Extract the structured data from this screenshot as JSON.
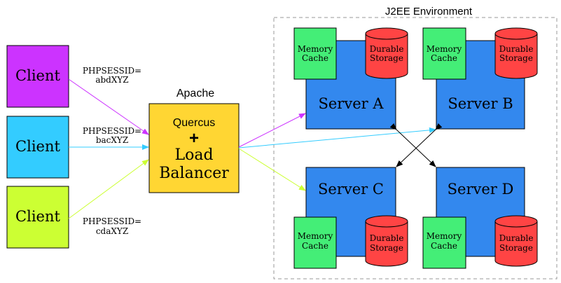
{
  "clients": [
    {
      "label": "Client",
      "color": "#cc33ff",
      "session": [
        "PHPSESSID=",
        "abdXYZ"
      ]
    },
    {
      "label": "Client",
      "color": "#33ccff",
      "session": [
        "PHPSESSID=",
        "bacXYZ"
      ]
    },
    {
      "label": "Client",
      "color": "#ccff33",
      "session": [
        "PHPSESSID=",
        "cdaXYZ"
      ]
    }
  ],
  "apache": {
    "title": "Apache",
    "line1": "Quercus",
    "plus": "+",
    "line2": "Load",
    "line3": "Balancer",
    "color": "#ffd633"
  },
  "environment": {
    "title": "J2EE Environment"
  },
  "servers": [
    {
      "label": "Server A",
      "cache": [
        "Memory",
        "Cache"
      ],
      "storage": [
        "Durable",
        "Storage"
      ]
    },
    {
      "label": "Server B",
      "cache": [
        "Memory",
        "Cache"
      ],
      "storage": [
        "Durable",
        "Storage"
      ]
    },
    {
      "label": "Server C",
      "cache": [
        "Memory",
        "Cache"
      ],
      "storage": [
        "Durable",
        "Storage"
      ]
    },
    {
      "label": "Server D",
      "cache": [
        "Memory",
        "Cache"
      ],
      "storage": [
        "Durable",
        "Storage"
      ]
    }
  ],
  "colors": {
    "server": "#3388ee",
    "cache": "#44ee77",
    "storage": "#ff4444",
    "arrow_magenta": "#cc33ff",
    "arrow_cyan": "#33ccff",
    "arrow_lime": "#ccff33"
  }
}
